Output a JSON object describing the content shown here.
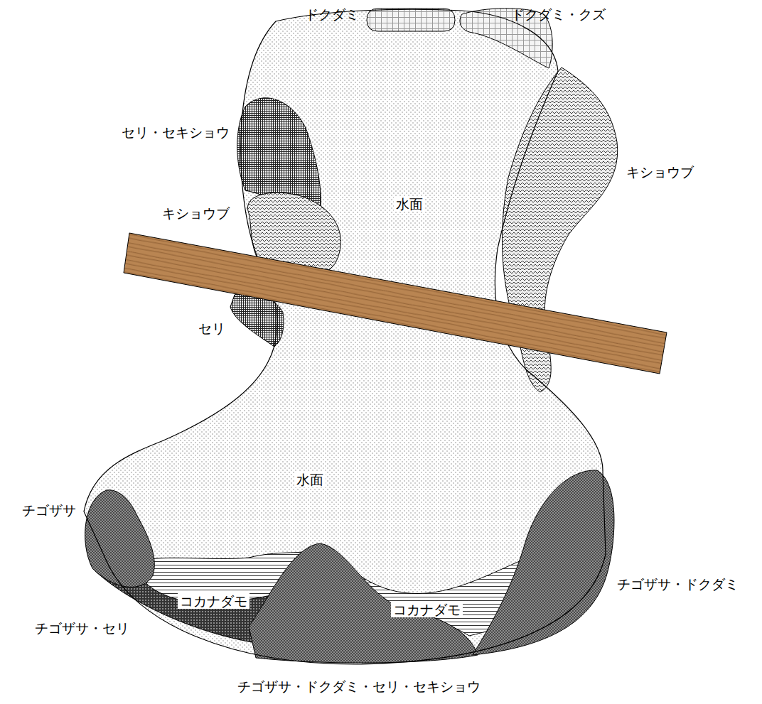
{
  "diagram": {
    "labels": [
      "ドクダミ",
      "ドクダミ・クズ",
      "セリ・セキショウ",
      "キショウブ",
      "水面",
      "キショウブ",
      "セリ",
      "水面",
      "チゴザサ",
      "コカナダモ",
      "コカナダモ",
      "チゴザサ・ドクダミ",
      "チゴザサ・セリ",
      "チゴザサ・ドクダミ・セリ・セキショウ"
    ]
  }
}
